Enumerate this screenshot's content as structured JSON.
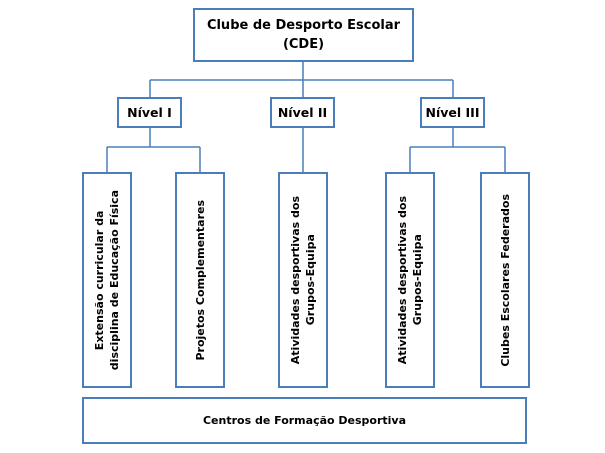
{
  "root": {
    "line1": "Clube de Desporto Escolar",
    "line2": "(CDE)"
  },
  "levels": [
    {
      "label": "Nível I"
    },
    {
      "label": "Nível II"
    },
    {
      "label": "Nível III"
    }
  ],
  "leaves": [
    {
      "line1": "Extensão curricular da",
      "line2": "disciplina de Educação Física"
    },
    {
      "line1": "Projetos  Complementares",
      "line2": ""
    },
    {
      "line1": "Atividades desportivas dos",
      "line2": "Grupos-Equipa"
    },
    {
      "line1": "Atividades desportivas dos",
      "line2": "Grupos-Equipa"
    },
    {
      "line1": "Clubes Escolares Federados",
      "line2": ""
    }
  ],
  "footer": {
    "label": "Centros de Formação Desportiva"
  },
  "colors": {
    "box_border": "#4a7ebb",
    "connector": "#4a7ebb"
  }
}
